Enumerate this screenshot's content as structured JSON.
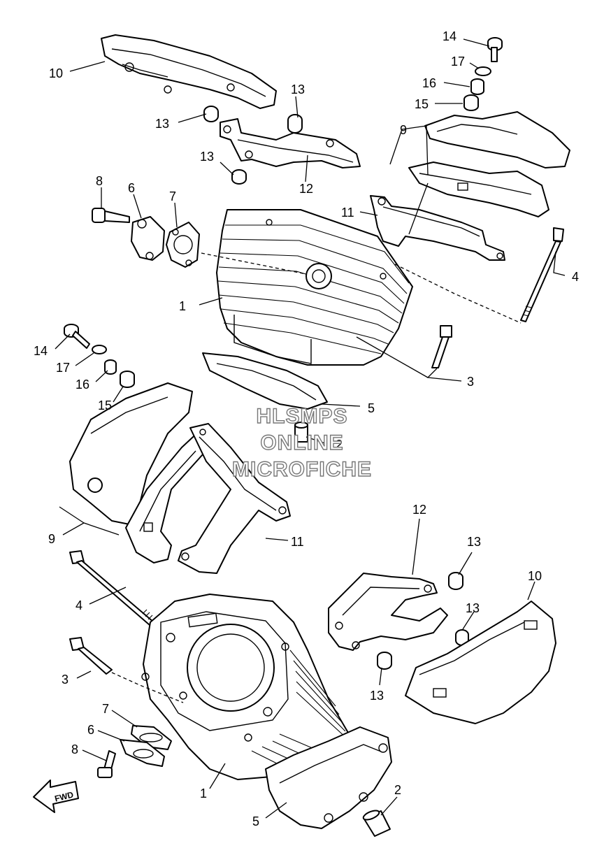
{
  "watermark": {
    "line1": "HLSMPS",
    "line2": "ONLINE",
    "line3": "MICROFICHE"
  },
  "fwd_arrow": {
    "label": "FWD"
  },
  "callouts": {
    "top_10": "10",
    "top_13a": "13",
    "top_13b": "13",
    "top_13c": "13",
    "top_12": "12",
    "top_14": "14",
    "top_17": "17",
    "top_16": "16",
    "top_15": "15",
    "top_9": "9",
    "top_11": "11",
    "top_8": "8",
    "top_6": "6",
    "top_7": "7",
    "top_4": "4",
    "top_1": "1",
    "top_3": "3",
    "top_5": "5",
    "top_2": "2",
    "mid_14": "14",
    "mid_17": "17",
    "mid_16": "16",
    "mid_15": "15",
    "mid_9": "9",
    "mid_11": "11",
    "bot_12": "12",
    "bot_13a": "13",
    "bot_10": "10",
    "bot_13b": "13",
    "bot_13c": "13",
    "bot_4": "4",
    "bot_3": "3",
    "bot_7": "7",
    "bot_6": "6",
    "bot_8": "8",
    "bot_1": "1",
    "bot_2": "2",
    "bot_5": "5"
  }
}
